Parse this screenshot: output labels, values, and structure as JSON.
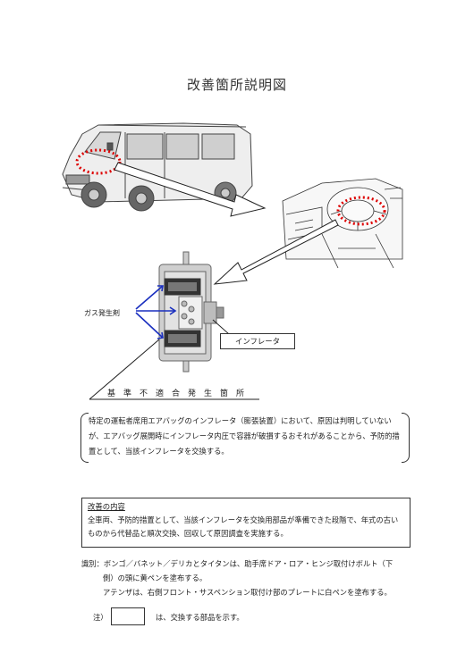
{
  "doc": {
    "title": "改善箇所説明図",
    "labels": {
      "gas_generator": "ガス発生剤",
      "inflator": "インフレータ",
      "defect_location": "基準不適合発生箇所"
    },
    "defect_text": "特定の運転者席用エアバッグのインフレータ（膨張装置）において、原因は判明していないが、エアバッグ展開時にインフレータ内圧で容器が破損するおそれがあることから、予防的措置として、当該インフレータを交換する。",
    "fix": {
      "heading": "改善の内容",
      "body": "全車両、予防的措置として、当該インフレータを交換用部品が準備できた段階で、年式の古いものから代替品と順次交換、回収して原因調査を実施する。"
    },
    "identification": {
      "line1": "識別：ボンゴ／バネット／デリカとタイタンは、助手席ドア・ロア・ヒンジ取付けボルト（下",
      "line2": "側）の頭に黄ペンを塗布する。",
      "line3": "アテンザは、右側フロント・サスペンション取付け部のプレートに白ペンを塗布する。"
    },
    "note": {
      "prefix": "注）",
      "text": "は、交換する部品を示す。"
    }
  }
}
